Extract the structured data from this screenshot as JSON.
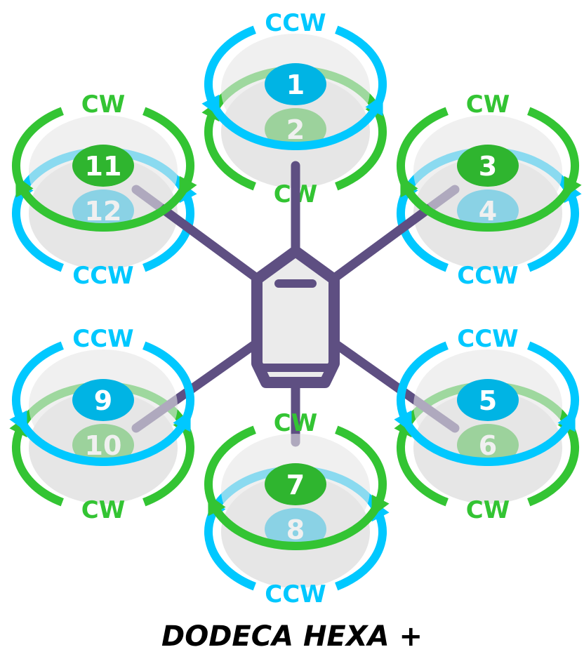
{
  "title": "DODECA HEXA +",
  "colors": {
    "cw": "#33c433",
    "ccw": "#00c8ff",
    "cw_badge": "#2fb52f",
    "ccw_badge": "#00b4e4",
    "frame": "#5e4f82",
    "body_fill": "#ebebeb",
    "prop_disc": "#e6e6e6"
  },
  "rotors": [
    {
      "position": "front",
      "top": {
        "motor": "1",
        "direction": "CCW"
      },
      "bottom": {
        "motor": "2",
        "direction": "CW"
      }
    },
    {
      "position": "front-right",
      "top": {
        "motor": "3",
        "direction": "CW"
      },
      "bottom": {
        "motor": "4",
        "direction": "CCW"
      }
    },
    {
      "position": "rear-right",
      "top": {
        "motor": "5",
        "direction": "CCW"
      },
      "bottom": {
        "motor": "6",
        "direction": "CW"
      }
    },
    {
      "position": "rear",
      "top": {
        "motor": "7",
        "direction": "CW"
      },
      "bottom": {
        "motor": "8",
        "direction": "CCW"
      }
    },
    {
      "position": "rear-left",
      "top": {
        "motor": "9",
        "direction": "CCW"
      },
      "bottom": {
        "motor": "10",
        "direction": "CW"
      }
    },
    {
      "position": "front-left",
      "top": {
        "motor": "11",
        "direction": "CW"
      },
      "bottom": {
        "motor": "12",
        "direction": "CCW"
      }
    }
  ]
}
